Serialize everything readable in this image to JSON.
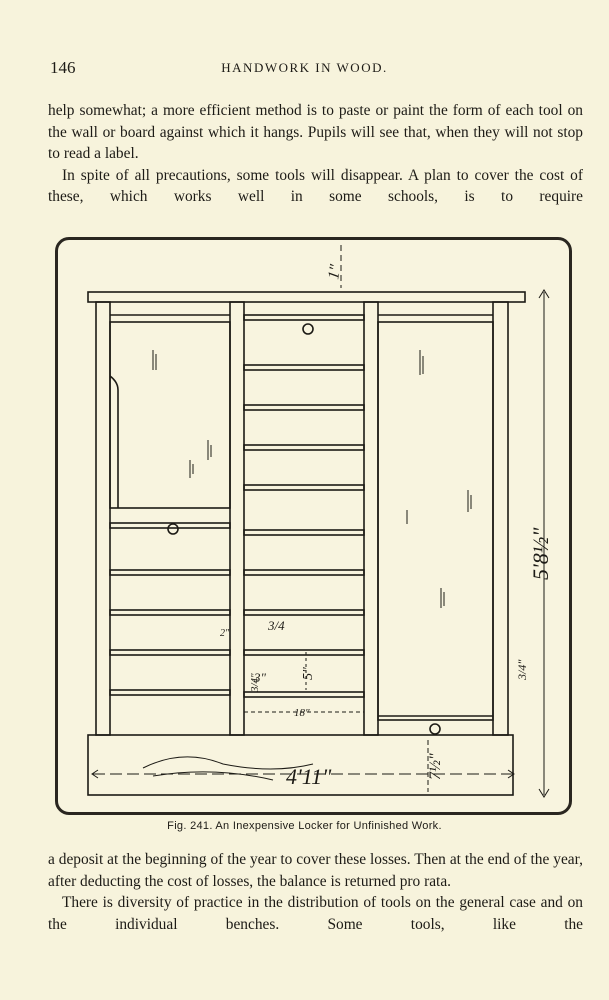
{
  "header": {
    "page_number": "146",
    "running_head": "HANDWORK IN WOOD."
  },
  "top_paragraphs": [
    "help somewhat; a more efficient method is to paste or paint the form of each tool on the wall or board against which it hangs. Pupils will see that, when they will not stop to read a label.",
    "In spite of all precautions, some tools will disappear. A plan to cover the cost of these, which works well in some schools, is to require"
  ],
  "figure": {
    "caption": "Fig. 241. An Inexpensive Locker for Unfinished Work.",
    "dimensions": {
      "top_thickness": "1\"",
      "height": "5'8½\"",
      "width": "4'11\"",
      "base_height": "7½\"",
      "shelf_span": "18\"",
      "shelf_spacing": "5\"",
      "upright_width": "2\"",
      "shelf_thickness": "3/4",
      "upright_depth": "3\"",
      "right_stile": "3/4\"",
      "left_shelf_thickness": "3/4\""
    }
  },
  "bottom_paragraphs": [
    "a deposit at the beginning of the year to cover these losses. Then at the end of the year, after deducting the cost of losses, the balance is returned pro rata.",
    "There is diversity of practice in the distribution of tools on the general case and on the individual benches. Some tools, like the"
  ]
}
